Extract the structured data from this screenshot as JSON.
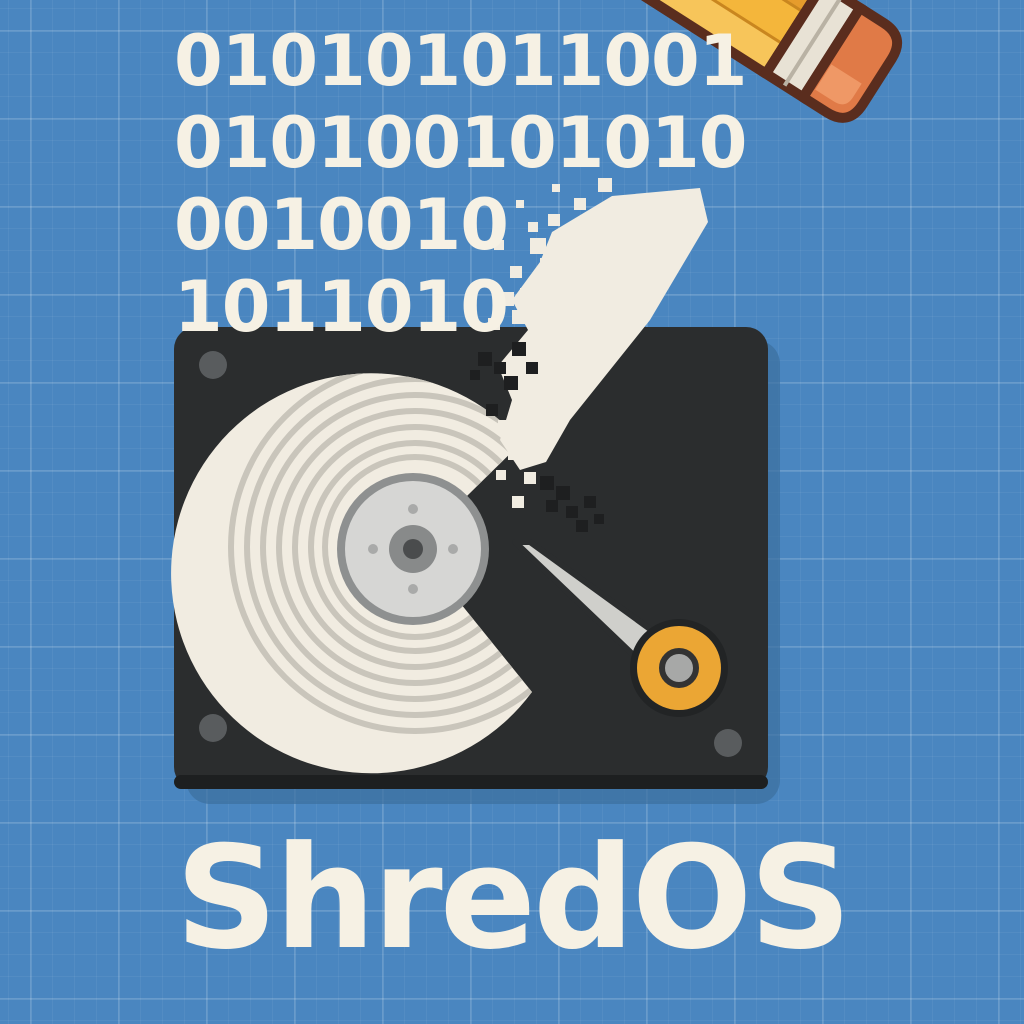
{
  "binary_lines": [
    "010101011001",
    "010100101010",
    "0010010",
    "1011010"
  ],
  "title": "ShredOS",
  "colors": {
    "background": "#4a86c0",
    "drive_body": "#2b2d2e",
    "platter": "#f1ece1",
    "hub": "#8e9090",
    "arm_pivot": "#eba634",
    "pencil_body": "#f4b63b",
    "pencil_eraser": "#e07a47",
    "text": "#f6f1e4"
  },
  "icons": [
    "hard-drive-icon",
    "pencil-icon"
  ]
}
